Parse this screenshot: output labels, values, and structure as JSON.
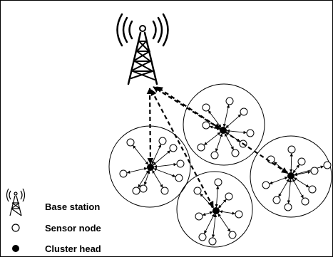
{
  "legend": {
    "items": [
      {
        "icon": "tower-icon",
        "label": "Base station"
      },
      {
        "icon": "sensor-node-icon",
        "label": "Sensor node"
      },
      {
        "icon": "cluster-head-icon",
        "label": "Cluster head"
      }
    ]
  },
  "colors": {
    "line": "#000000",
    "background": "#ffffff"
  }
}
